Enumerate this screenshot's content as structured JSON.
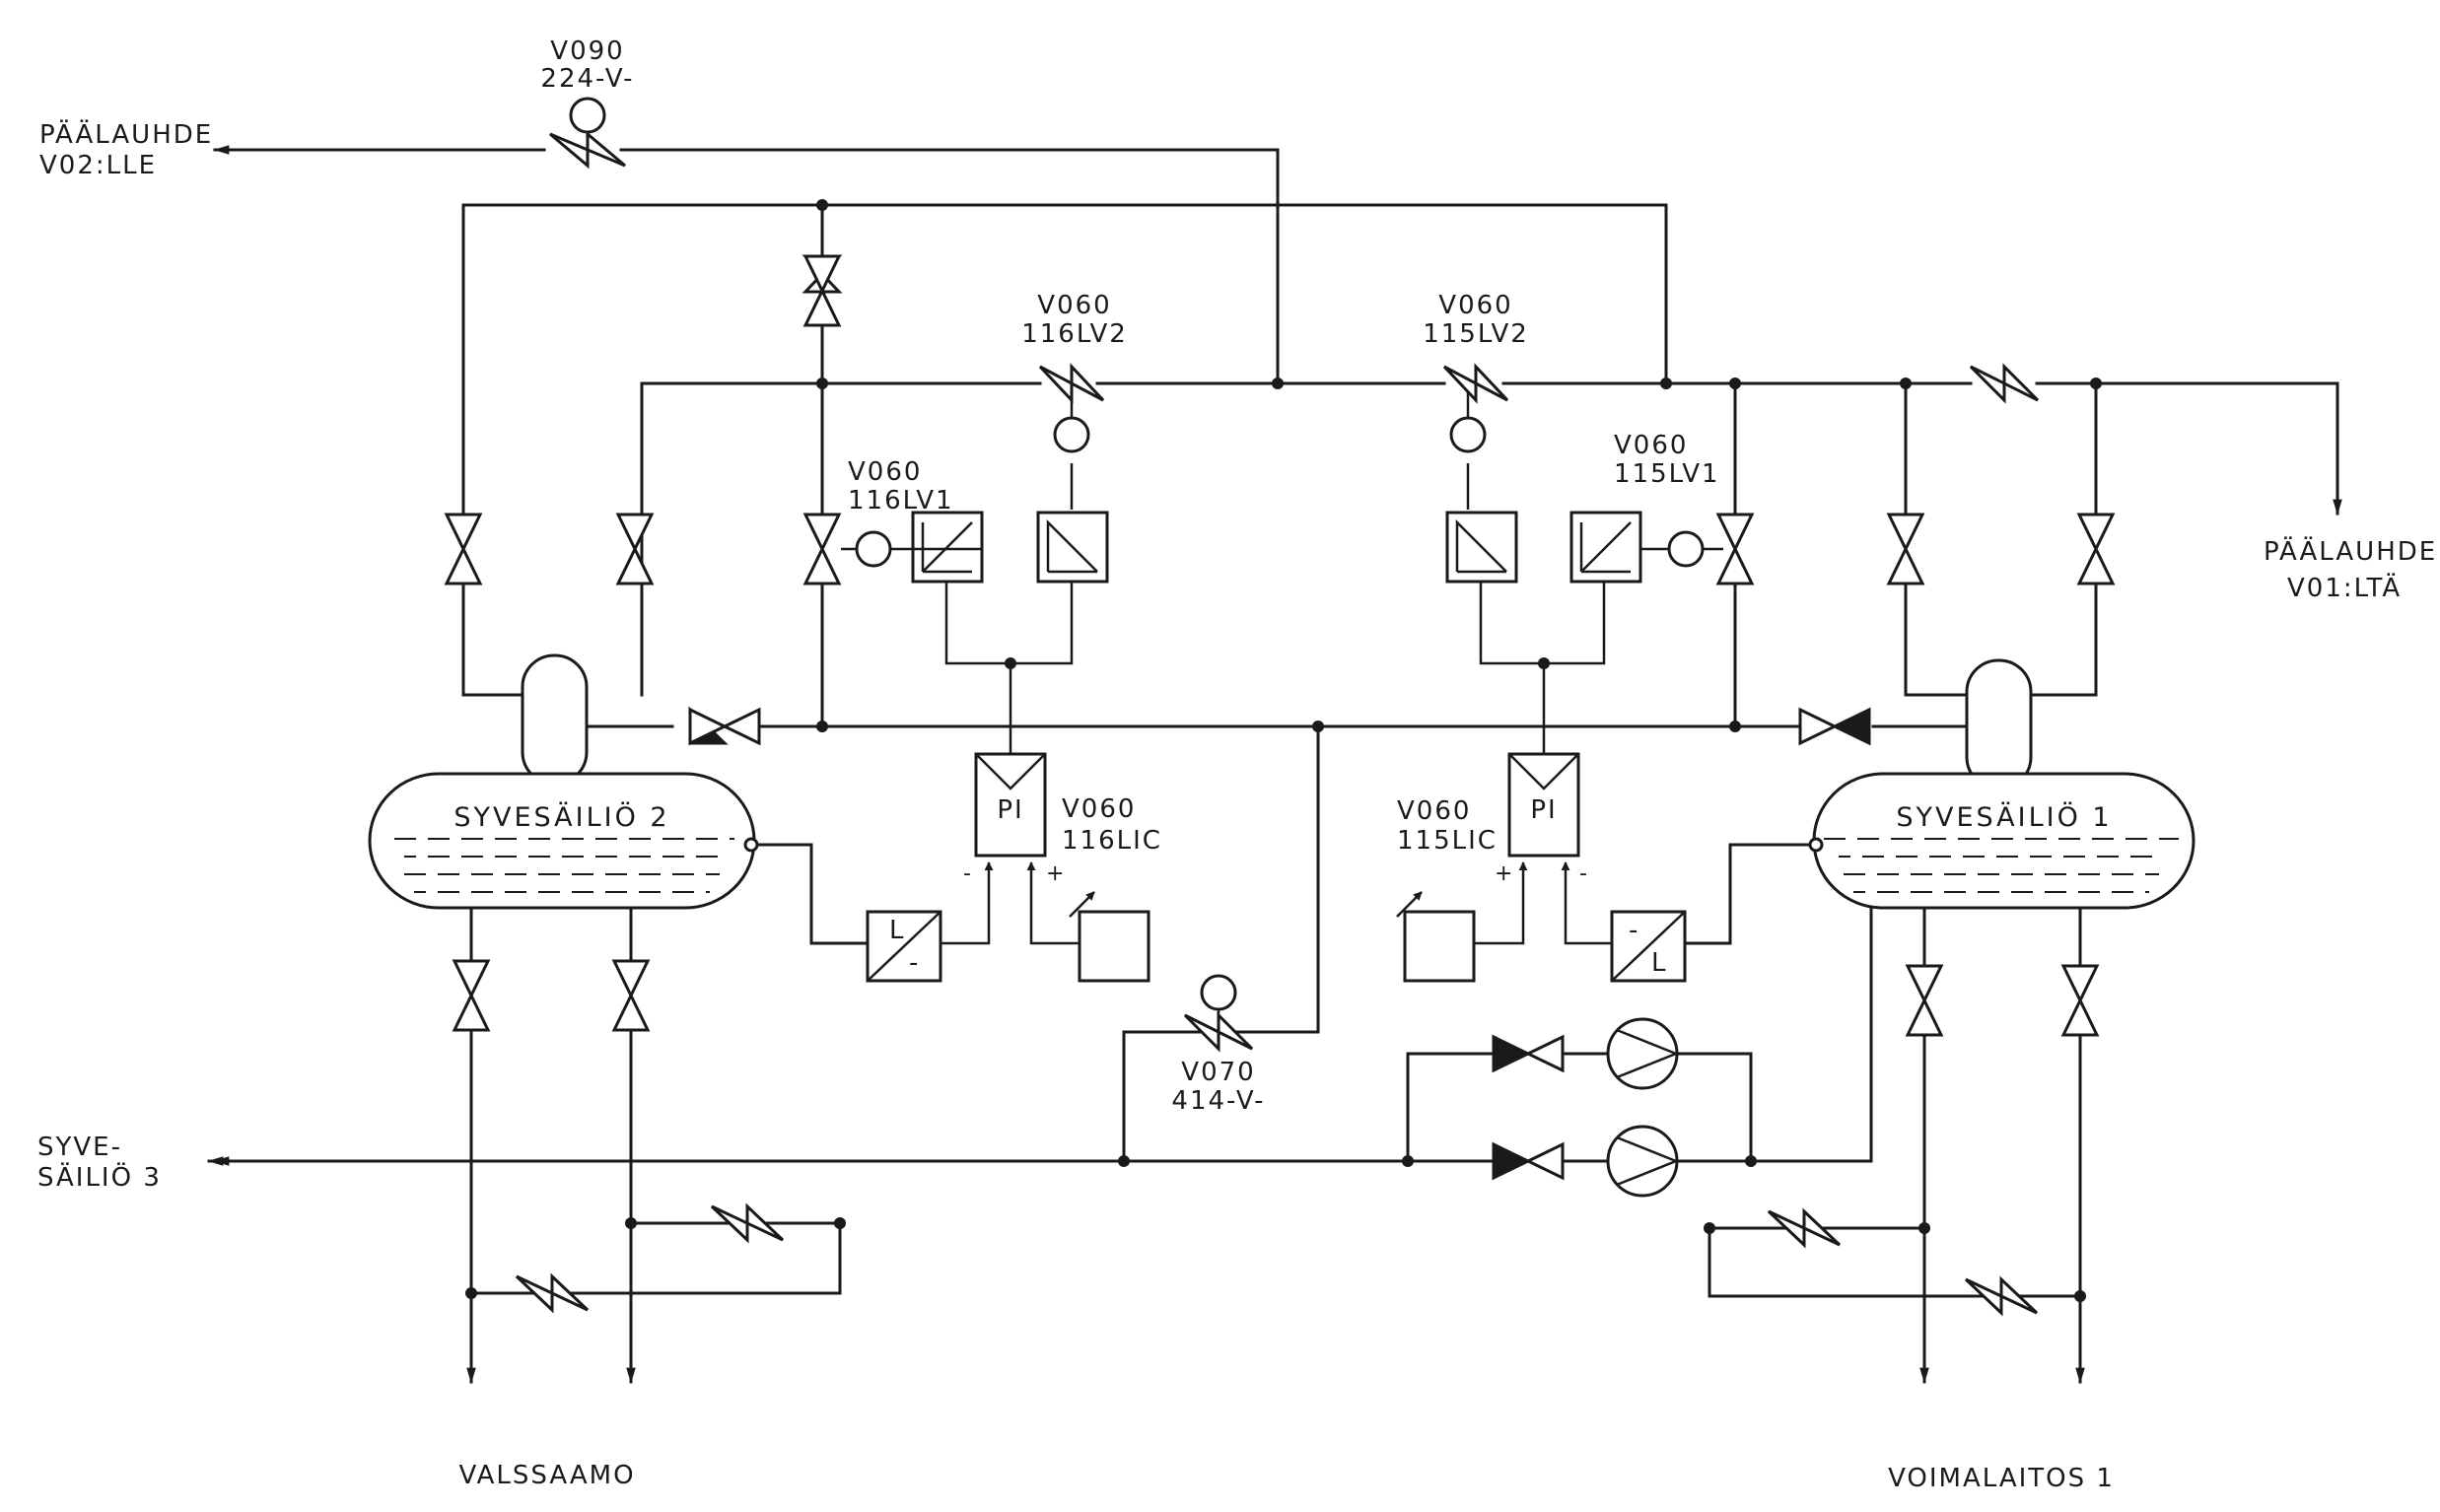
{
  "valves": {
    "v090": {
      "line1": "V090",
      "line2": "224-V-"
    },
    "v060_116lv2": {
      "line1": "V060",
      "line2": "116LV2"
    },
    "v060_115lv2": {
      "line1": "V060",
      "line2": "115LV2"
    },
    "v060_116lv1": {
      "line1": "V060",
      "line2": "116LV1"
    },
    "v060_115lv1": {
      "line1": "V060",
      "line2": "115LV1"
    },
    "v070": {
      "line1": "V070",
      "line2": "414-V-"
    }
  },
  "controllers": {
    "c116": {
      "symbol": "PI",
      "line1": "V060",
      "line2": "116LIC",
      "minus": "-",
      "plus": "+"
    },
    "c115": {
      "symbol": "PI",
      "line1": "V060",
      "line2": "115LIC",
      "minus": "-",
      "plus": "+"
    }
  },
  "level_transmitters": {
    "lt2": {
      "top": "L",
      "bottom": "-"
    },
    "lt1": {
      "top": "-",
      "bottom": "L"
    }
  },
  "tanks": {
    "tank2": "SYVESÄILIÖ 2",
    "tank1": "SYVESÄILIÖ 1"
  },
  "endpoints": {
    "main_to_v02": {
      "line1": "PÄÄLAUHDE",
      "line2": "V02:LLE"
    },
    "main_from_v01": {
      "line1": "PÄÄLAUHDE",
      "line2": "V01:LTÄ"
    },
    "tank3": {
      "line1": "SYVE-",
      "line2": "SÄILIÖ 3"
    },
    "rolling_mill": "VALSSAAMO",
    "power_plant": "VOIMALAITOS 1"
  }
}
